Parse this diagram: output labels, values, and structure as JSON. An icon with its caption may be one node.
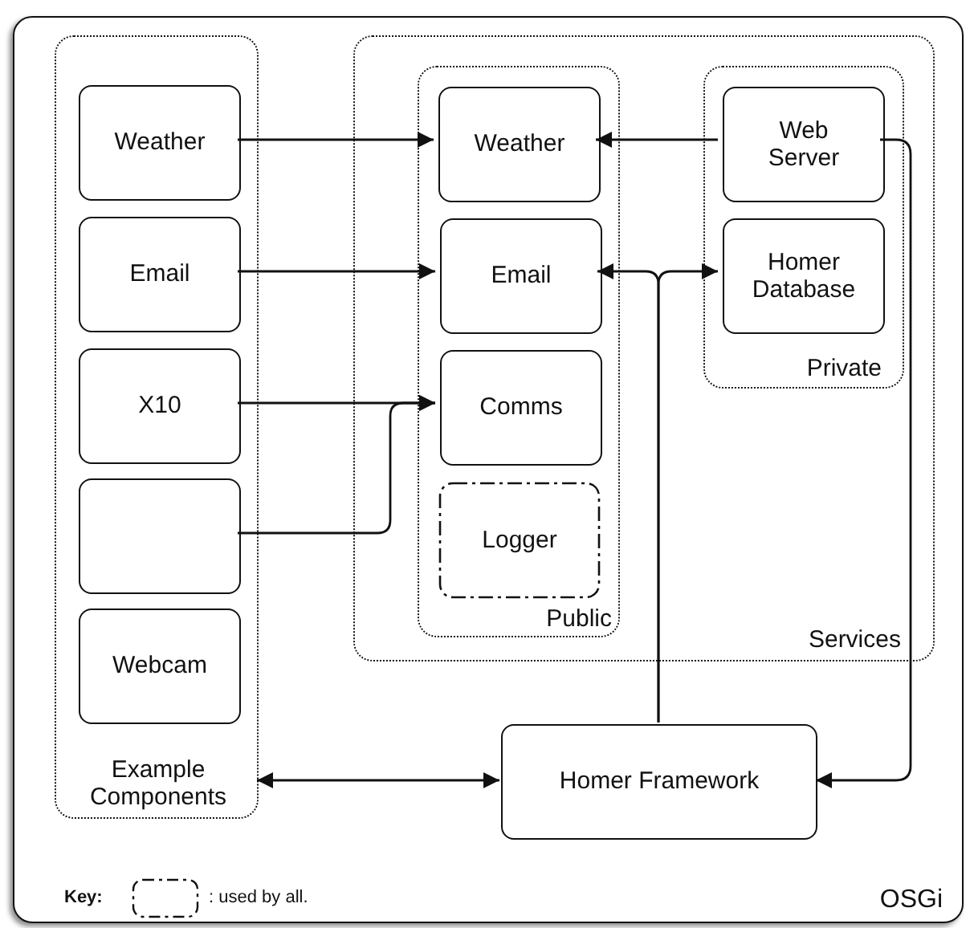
{
  "diagram": {
    "nodes": [
      {
        "text": [
          "OSGi"
        ]
      },
      {
        "text": [
          "Example Components"
        ],
        "in": 0
      },
      {
        "text": [
          "Weather"
        ],
        "in": 1
      },
      {
        "text": [
          "Email"
        ],
        "in": 1
      },
      {
        "text": [
          "X10"
        ],
        "in": 1
      },
      {
        "text": [],
        "shape": "box",
        "in": 1
      },
      {
        "text": [
          "Webcam"
        ],
        "in": 1
      },
      {
        "text": [
          "Services"
        ],
        "in": 0
      },
      {
        "text": [
          "Public"
        ],
        "in": 7
      },
      {
        "text": [
          "Weather"
        ],
        "in": 8
      },
      {
        "text": [
          "Email"
        ],
        "in": 8
      },
      {
        "text": [
          "Comms"
        ],
        "in": 8
      },
      {
        "text": [
          "Logger"
        ],
        "in": 8
      },
      {
        "text": [
          "Private"
        ],
        "in": 7
      },
      {
        "text": [
          "Web Server"
        ],
        "in": 13
      },
      {
        "text": [
          "Homer Database"
        ],
        "in": 13
      },
      {
        "text": [
          "Homer Framework"
        ],
        "in": 0
      }
    ],
    "edges": [
      {
        "from": 2,
        "to": 9,
        "arrow": "to"
      },
      {
        "from": 3,
        "to": 10,
        "arrow": "to"
      },
      {
        "from": 4,
        "to": 11,
        "arrow": "to"
      },
      {
        "from": 5,
        "to": 11,
        "arrow": "to"
      },
      {
        "from": 14,
        "to": 9,
        "arrow": "to"
      },
      {
        "from": 16,
        "to": 10,
        "arrow": "to"
      },
      {
        "from": 16,
        "to": 15,
        "arrow": "to"
      },
      {
        "from": 14,
        "to": 16,
        "arrow": "to"
      },
      {
        "from": 1,
        "to": 16,
        "arrow": "both"
      }
    ],
    "labels": [
      "Key:"
    ],
    "legend": [
      {
        "text": ": used by all."
      }
    ]
  }
}
